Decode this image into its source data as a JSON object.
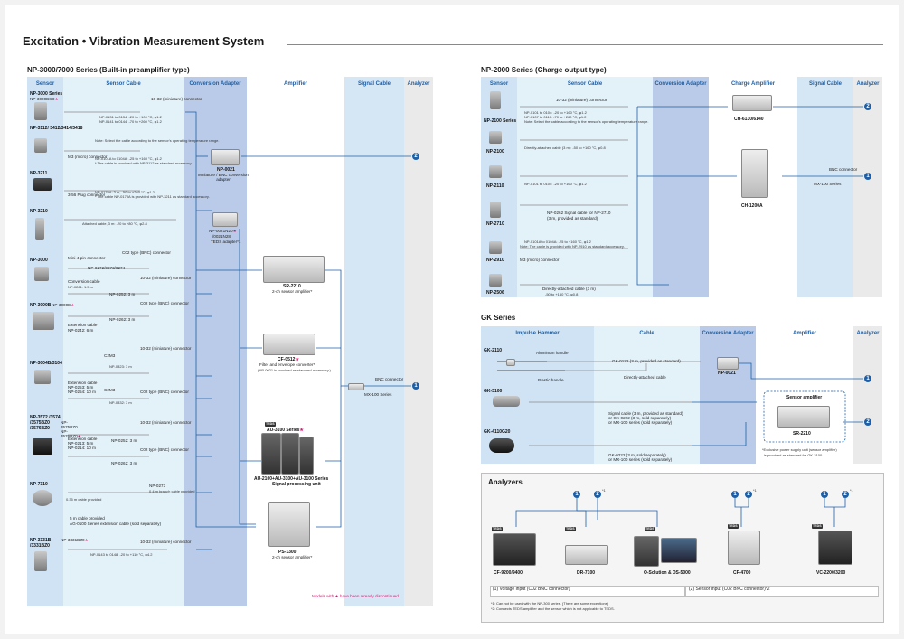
{
  "title": "Excitation • Vibration Measurement System",
  "left": {
    "heading": "NP-3000/7000 Series (Built-in preamplifier type)",
    "headers": {
      "sensor": "Sensor",
      "cable": "Sensor Cable",
      "adapter": "Conversion Adapter",
      "amplifier": "Amplifier",
      "signal": "Signal Cable",
      "analyzer": "Analyzer"
    },
    "sensors": [
      "NP-3000 Series",
      "NP-3112/ 3412/3414/3418",
      "NP-3211",
      "NP-3210",
      "NP-3000",
      "NP-3000B",
      "NP-3004B/3104",
      "NP-3572 /3574 /3575BZ0 /3576BZ0",
      "NP-7310",
      "NP-3331B /3331BZ0"
    ],
    "sensor_notes": [
      "NP-3000BSD",
      "NP-3000E",
      "NP-3575BZ0 NP-3576BZ0",
      "NP-3331BZ0"
    ],
    "cable_labels": [
      "10-32 (miniature) connector",
      "NP-0131 to 0134: -20 to +100 °C, φ1.2",
      "NP-0141 to 0144: -70 to +260 °C, φ1.2",
      "Note: Select the cable according to the sensor's operating temperature range.",
      "M3 (micro) connector",
      "NP-0101A to 0104A: -25 to +160 °C, φ1.2",
      "* The cable is provided with NP-3112 as standard accessory.",
      "3-56 Plug connector",
      "NP-0170A: 3 m, -50 to +260 °C, φ1.2",
      "* The cable NP-0170A is provided with NP-3211 as standard accessory.",
      "Attached cable, 3 m: -20 to +80 °C, φ2.8",
      "Mini 4-pin connector",
      "C02 type (BNC) connector",
      "NP-0272/0273/0274",
      "10-32 (miniature) connector",
      "Conversion cable",
      "NP-0261: 1.5 m",
      "NP-0252: 3 m",
      "C02 type (BNC) connector",
      "Extension cable",
      "NP-0242: 6 m",
      "NP-0262: 3 m",
      "C2M3",
      "10-32 (miniature) connector",
      "Extension cable",
      "NP-0253: 5 m",
      "NP-0254: 10 m",
      "NP-0323: 3 m",
      "C2M3",
      "C02 type (BNC) connector",
      "NP-0332: 3 m",
      "10-32 (miniature) connector",
      "Extension cable",
      "NP-0213: 5 m",
      "NP-0214: 10 m",
      "NP-0252: 3 m",
      "C02 type (BNC) connector",
      "NP-0262: 3 m",
      "NP-0273",
      "0.4 m branch cable provided",
      "0.35 m cable provided",
      "5 m cable provided",
      "AG-0100 Series extension cable (sold separately)",
      "10-32 (miniature) connector",
      "NP-0143 to 0148: -20 to +110 °C, φ4.2"
    ],
    "adapters": [
      "NP-0021",
      "Miniature / BNC conversion adapter",
      "NP-0021N20",
      "/0021N28",
      "TEDS adapter*1"
    ],
    "amplifiers": [
      "SR-2210",
      "2-ch sensor amplifier*",
      "CF-0512",
      "Filter and envelope converter*",
      "(NP-0021 is provided as standard accessory.)",
      "AU-3100 Series",
      "AU-2100+AU-3100+AU-3100 Series",
      "Signal processing unit",
      "PS-1300",
      "2-ch sensor amplifier*"
    ],
    "signal_labels": [
      "BNC connector",
      "MX-100 Series"
    ],
    "discontinued": "Models with ★ have been already discontinued."
  },
  "np2000": {
    "heading": "NP-2000 Series (Charge output type)",
    "headers": {
      "sensor": "Sensor",
      "cable": "Sensor Cable",
      "adapter": "Conversion Adapter",
      "charge": "Charge Amplifier",
      "signal": "Signal Cable",
      "analyzer": "Analyzer"
    },
    "sensors": [
      "NP-2100 Series",
      "NP-2100",
      "NP-2110",
      "NP-2710",
      "NP-2910",
      "NP-2506"
    ],
    "cable_labels": [
      "10-32 (miniature) connector",
      "NP-0101 to 0104: -20 to +160 °C, φ1.2",
      "NP-0107 to 0110: -70 to +260 °C, φ1.2",
      "Note: Select the cable according to the sensor's operating temperature range.",
      "Directly-attached cable (3 m): -50 to +160 °C, φ0.8",
      "NP-0101 to 0104: -20 to +160 °C, φ1.2",
      "NP-0262 Signal cable for NP-2710",
      "(3 m, provided as standard)",
      "NP-0101A to 0104A: -25 to +160 °C, φ1.2",
      "Note: The cable is provided with NP-2910 as standard accessory.",
      "M3 (micro) connector",
      "Directly-attached cable (3 m)",
      "-50 to +150 °C, φ0.8"
    ],
    "charge": [
      "CH-6130/6140",
      "CH-1200A"
    ],
    "signal_labels": [
      "BNC connector",
      "MX-100 Series"
    ]
  },
  "gk": {
    "heading": "GK Series",
    "headers": {
      "hammer": "Impulse Hammer",
      "cable": "Cable",
      "adapter": "Conversion Adapter",
      "amplifier": "Amplifier",
      "analyzer": "Analyzer"
    },
    "hammers": [
      "GK-2110",
      "GK-3100",
      "GK-4110G20"
    ],
    "labels": [
      "Aluminum handle",
      "GK-0132 (3 m, provided as standard)",
      "Directly-attached cable",
      "Plastic handle",
      "Signal cable (3 m, provided as standard)",
      "or GK-0222 (3 m, sold separately)",
      "or MX-100 series (sold separately)",
      "GK-0222 (3 m, sold separately)",
      "or MX-100 series (sold separately)"
    ],
    "adapter": "NP-0021",
    "amp_title": "Sensor amplifier",
    "amp_model": "SR-2210",
    "amp_note": [
      "*Exclusive power supply unit (sensor amplifier)",
      "is provided as standard for GK-3100."
    ]
  },
  "analyzers": {
    "heading": "Analyzers",
    "models": [
      "CF-9200/9400",
      "DR-7100",
      "O-Solution & DS-5000",
      "CF-4700",
      "VC-2200/3200"
    ],
    "teds": "TEDS",
    "legend": [
      "(1) Voltage input (C02 BNC connector)",
      "(2) Sensor input (C02 BNC connector)*2"
    ],
    "notes": [
      "*1:  Can not be used with the NP-300 series. (There are some exceptions)",
      "*2:  Connects TEDS amplifier and the sensor which is not applicable to TEDS."
    ]
  },
  "markers": {
    "one": "1",
    "two": "2",
    "sup1": "*1"
  }
}
